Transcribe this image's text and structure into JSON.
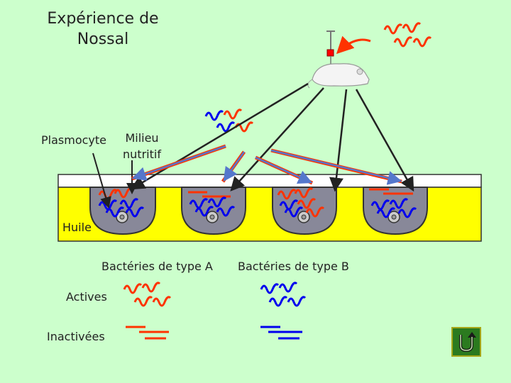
{
  "title_line1": "Expérience de",
  "title_line2": "Nossal",
  "labels": {
    "plasmocyte": "Plasmocyte",
    "milieu_line1": "Milieu",
    "milieu_line2": "nutritif",
    "huile": "Huile",
    "type_a": "Bactéries de type A",
    "type_b": "Bactéries de type B",
    "actives": "Actives",
    "inactivees": "Inactivées"
  },
  "icons": {
    "back": "return-arrow-icon",
    "mouse": "mouse-icon",
    "syringe": "syringe-icon"
  },
  "colors": {
    "background": "#ccffcc",
    "oil": "#ffff00",
    "well": "#888899",
    "type_a": "#ff3300",
    "type_b": "#0000ee",
    "arrow": "#222222",
    "pipette": "#5577cc"
  }
}
